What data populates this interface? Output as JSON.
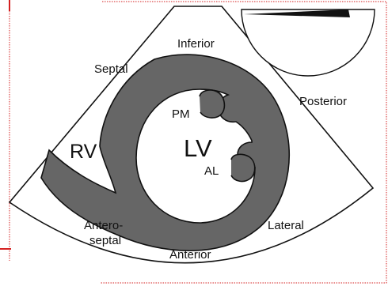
{
  "diagram": {
    "labels": {
      "inferior": "Inferior",
      "septal": "Septal",
      "posterior": "Posterior",
      "pm": "PM",
      "lv": "LV",
      "rv": "RV",
      "al": "AL",
      "antero_line1": "Antero-",
      "antero_line2": "septal",
      "lateral": "Lateral",
      "anterior": "Anterior"
    },
    "colors": {
      "myocardium": "#666666",
      "outline": "#111111",
      "frame_border": "#d42020",
      "background": "#ffffff"
    }
  }
}
